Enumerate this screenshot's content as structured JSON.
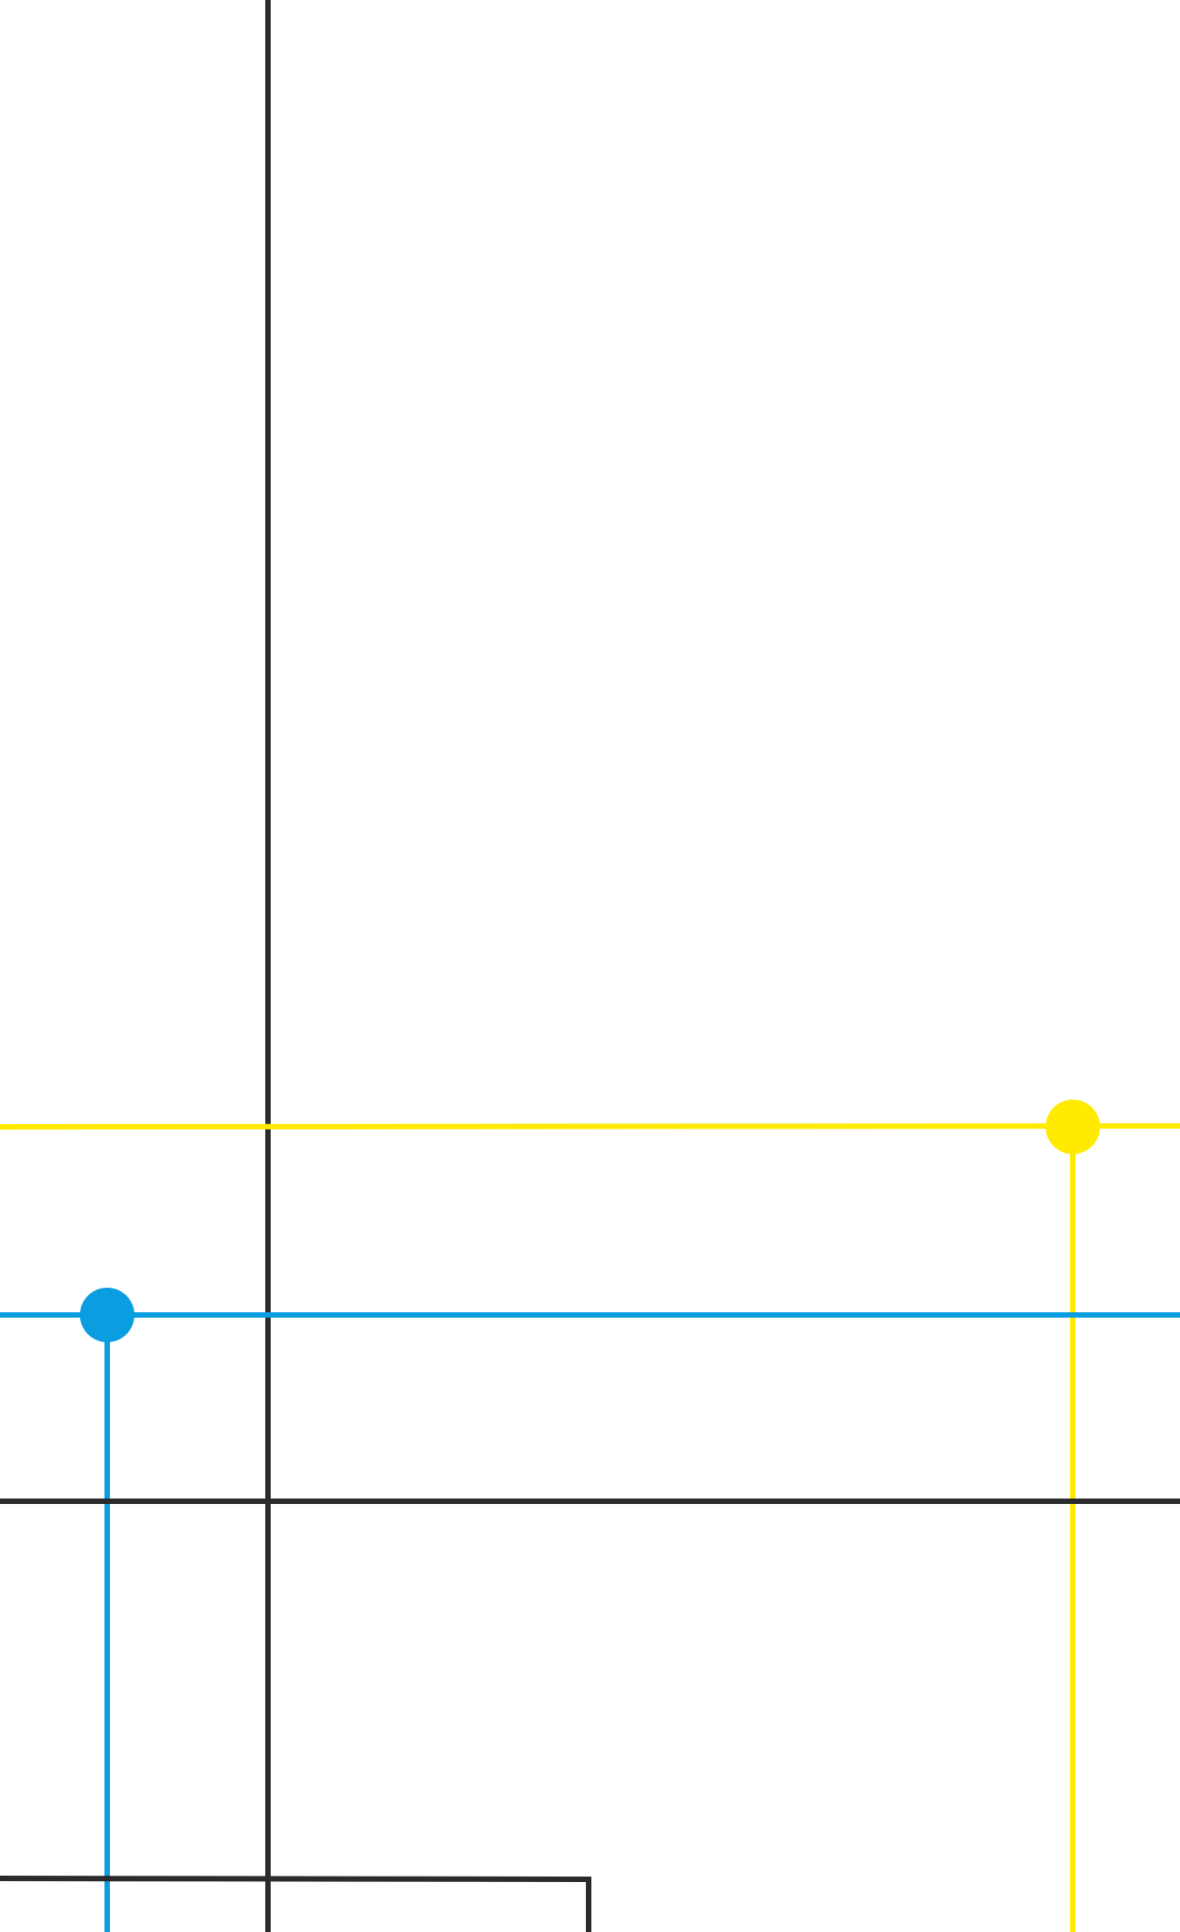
{
  "diagram": {
    "background": "#ffffff",
    "lines": [
      {
        "name": "black-vertical-line",
        "color": "#2b2b2b"
      },
      {
        "name": "yellow-horizontal-line",
        "color": "#ffea00"
      },
      {
        "name": "yellow-vertical-line",
        "color": "#ffea00"
      },
      {
        "name": "blue-horizontal-line",
        "color": "#0a9de0"
      },
      {
        "name": "blue-vertical-line",
        "color": "#0a9de0"
      },
      {
        "name": "black-horizontal-line",
        "color": "#2b2b2b"
      },
      {
        "name": "black-bottom-bracket-line",
        "color": "#2b2b2b"
      }
    ],
    "stations": [
      {
        "name": "yellow-station-dot",
        "color": "#ffea00"
      },
      {
        "name": "blue-station-dot",
        "color": "#0a9de0"
      }
    ]
  }
}
